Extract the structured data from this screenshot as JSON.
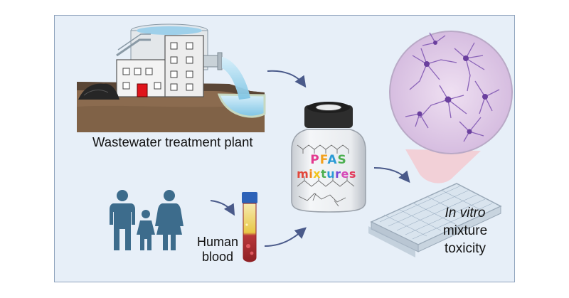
{
  "labels": {
    "wwtp": "Wastewater treatment plant",
    "human_blood_line1": "Human",
    "human_blood_line2": "blood",
    "pfas_letters": [
      "P",
      "F",
      "A",
      "S"
    ],
    "mixtures_letters": [
      "m",
      "i",
      "x",
      "t",
      "u",
      "r",
      "e",
      "s"
    ],
    "invitro_line1": "In vitro",
    "invitro_line2": "mixture",
    "invitro_line3": "toxicity"
  },
  "colors": {
    "panel_bg": "#e7eff8",
    "arrow": "#4a5a8a",
    "pfas_letters": [
      "#e23a8f",
      "#f2a01c",
      "#2b9bd6",
      "#4caf50"
    ],
    "mixtures_letters": [
      "#e2473b",
      "#f28a1c",
      "#f2c51c",
      "#4caf50",
      "#2b9bd6",
      "#7a4ad6",
      "#d64ab8",
      "#e23a5b"
    ],
    "family": "#3d6c8c",
    "neuron_bg": "#e8d4ec",
    "neuron": "#8a63b8"
  }
}
